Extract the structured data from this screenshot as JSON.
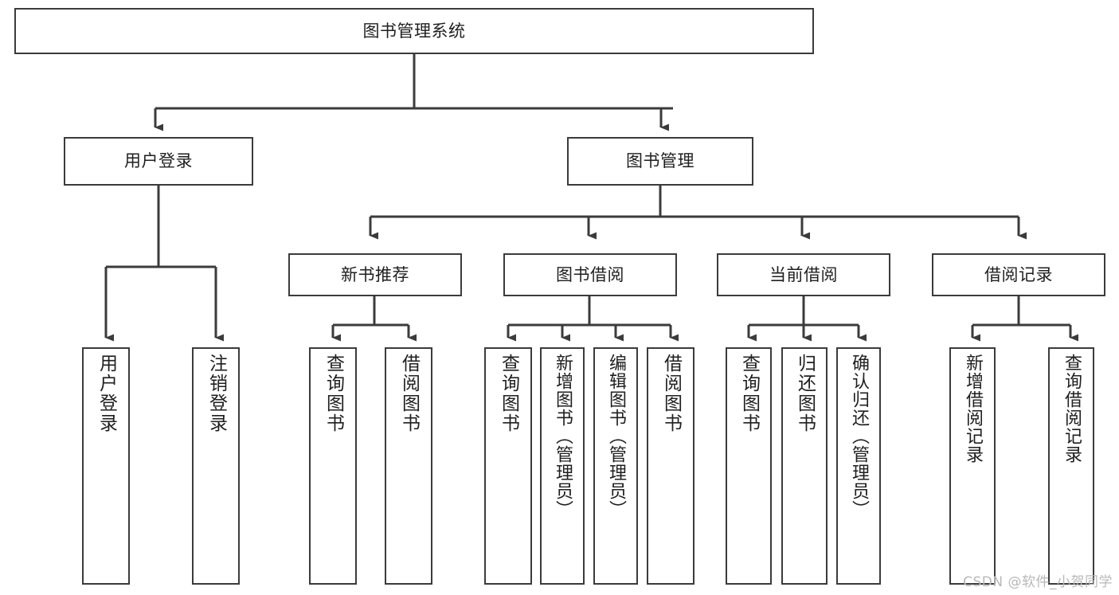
{
  "diagram": {
    "title": "图书管理系统",
    "type": "tree-hierarchy",
    "watermark": "CSDN @软件_小贺同学",
    "colors": {
      "stroke": "#3b3b3b",
      "fill": "#ffffff",
      "text": "#1f1f1f",
      "watermark": "#b8b8b8"
    },
    "nodes": {
      "root": {
        "label": "图书管理系统"
      },
      "level2": [
        {
          "id": "user-login",
          "label": "用户登录"
        },
        {
          "id": "book-manage",
          "label": "图书管理"
        }
      ],
      "level3": [
        {
          "id": "new-book-rec",
          "label": "新书推荐"
        },
        {
          "id": "book-borrow",
          "label": "图书借阅"
        },
        {
          "id": "current-borrow",
          "label": "当前借阅"
        },
        {
          "id": "borrow-record",
          "label": "借阅记录"
        }
      ],
      "leaves": {
        "user-login": [
          {
            "id": "leaf-user-login",
            "label": "用户登录"
          },
          {
            "id": "leaf-logout",
            "label": "注销登录"
          }
        ],
        "new-book-rec": [
          {
            "id": "leaf-query-book-1",
            "label": "查询图书"
          },
          {
            "id": "leaf-borrow-book-1",
            "label": "借阅图书"
          }
        ],
        "book-borrow": [
          {
            "id": "leaf-query-book-2",
            "label": "查询图书"
          },
          {
            "id": "leaf-add-book",
            "label": "新增图书（管理员）"
          },
          {
            "id": "leaf-edit-book",
            "label": "编辑图书（管理员）"
          },
          {
            "id": "leaf-borrow-book-2",
            "label": "借阅图书"
          }
        ],
        "current-borrow": [
          {
            "id": "leaf-query-book-3",
            "label": "查询图书"
          },
          {
            "id": "leaf-return-book",
            "label": "归还图书"
          },
          {
            "id": "leaf-confirm-return",
            "label": "确认归还（管理员）"
          }
        ],
        "borrow-record": [
          {
            "id": "leaf-add-record",
            "label": "新增借阅记录"
          },
          {
            "id": "leaf-query-record",
            "label": "查询借阅记录"
          }
        ]
      }
    }
  }
}
